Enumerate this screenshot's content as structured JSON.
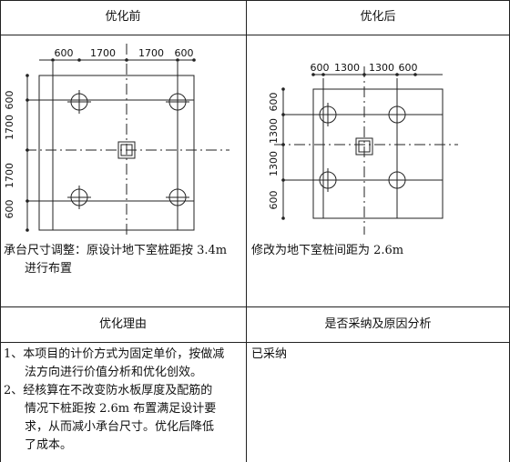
{
  "table": {
    "header_before": "优化前",
    "header_after": "优化后",
    "header_reason": "优化理由",
    "header_adopt": "是否采纳及原因分析",
    "desc_before": [
      "承台尺寸调整：原设计地下室桩距按 3.4m",
      "进行布置"
    ],
    "desc_after": "修改为地下室桩间距为 2.6m",
    "reasons": [
      "1、本项目的计价方式为固定单价，按做减",
      "法方向进行价值分析和优化创效。",
      "2、经核算在不改变防水板厚度及配筋的",
      "情况下桩距按 2.6m 布置满足设计要",
      "求，从而减小承台尺寸。优化后降低",
      "了成本。"
    ],
    "adopt": "已采纳"
  },
  "drawing_before": {
    "dims_top": [
      "600",
      "1700",
      "1700",
      "600"
    ],
    "dims_left": [
      "600",
      "1700",
      "1700",
      "600"
    ]
  },
  "drawing_after": {
    "dims_top": [
      "600",
      "1300",
      "1300",
      "600"
    ],
    "dims_left": [
      "600",
      "1300",
      "1300",
      "600"
    ]
  }
}
